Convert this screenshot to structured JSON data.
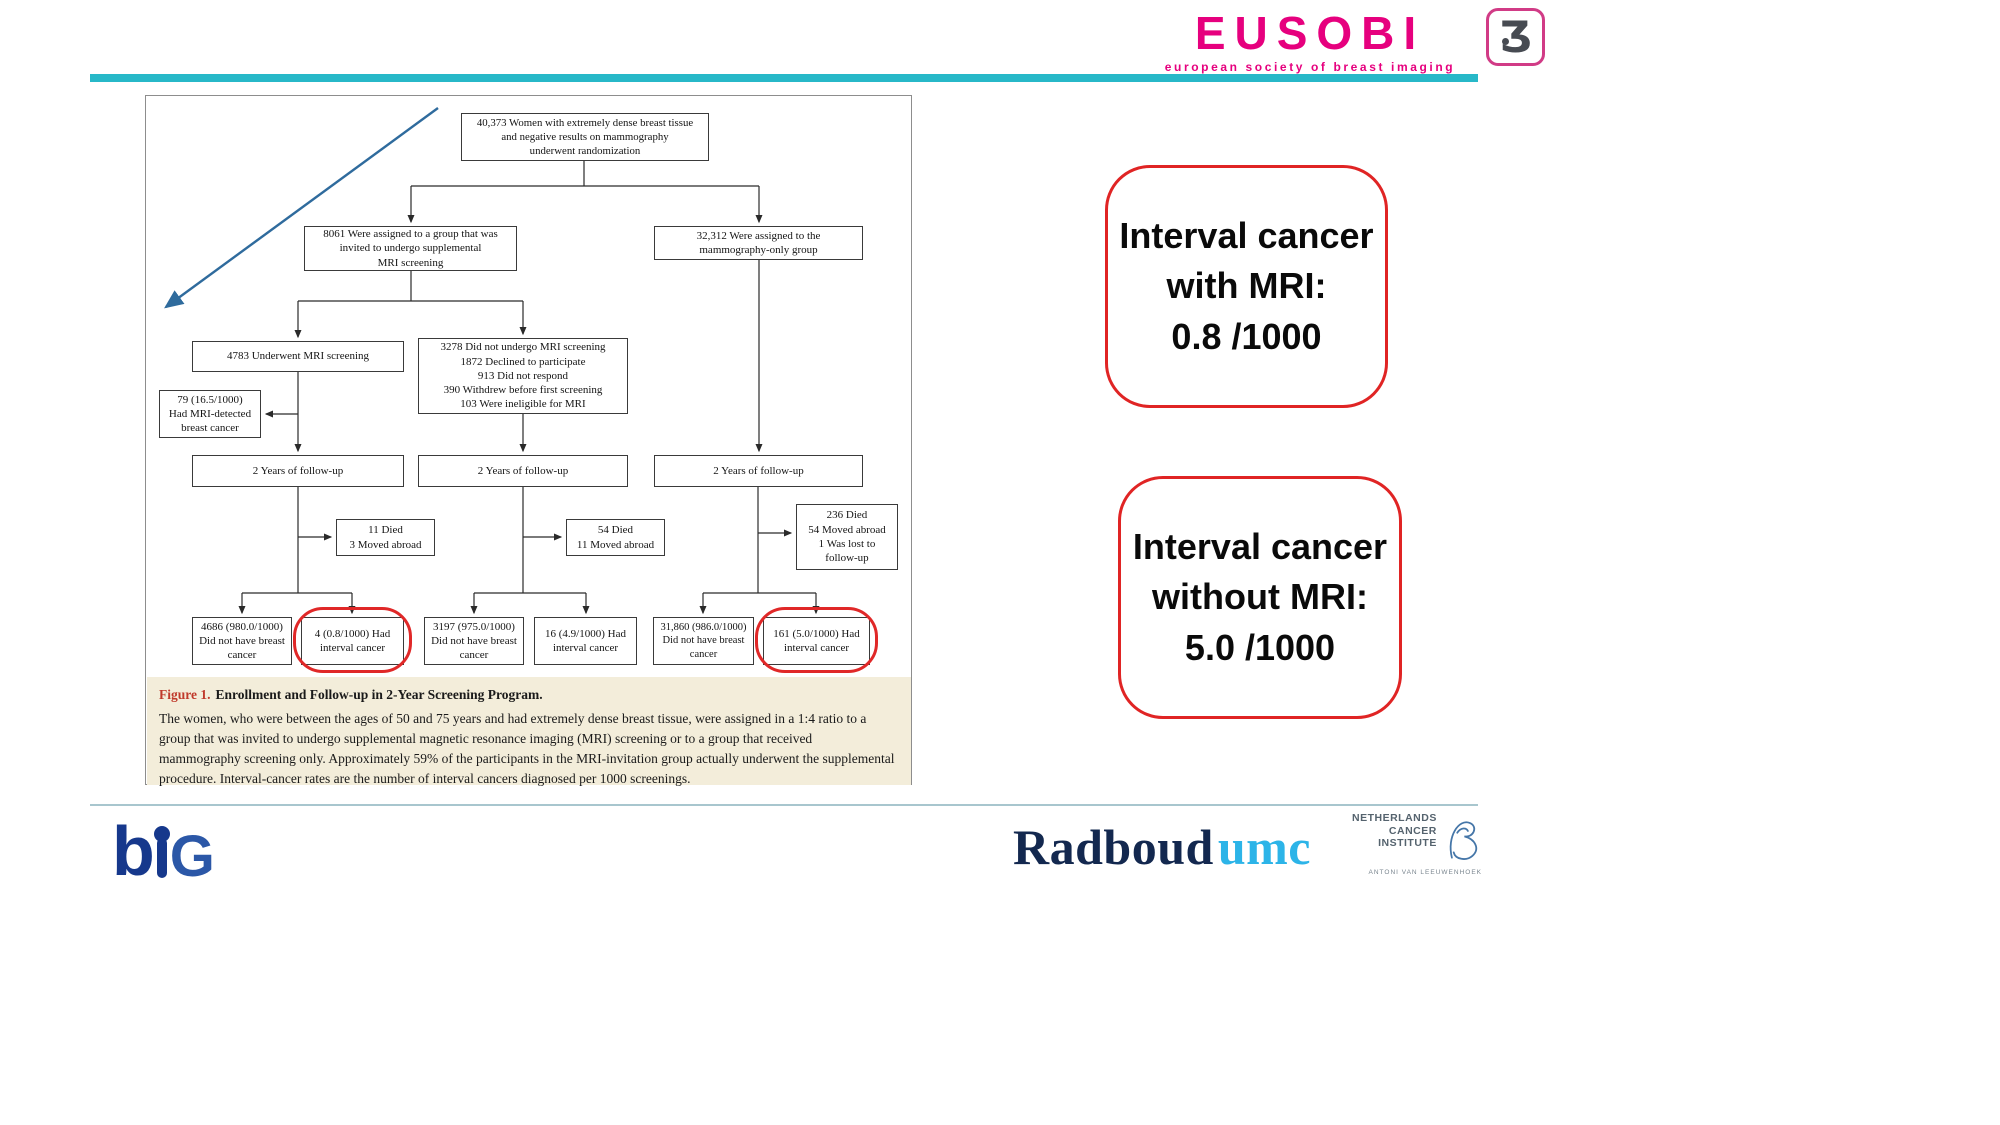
{
  "header": {
    "eusobi_wordmark": "EUSOBI",
    "eusobi_tagline": "european society of breast imaging",
    "icon_glyph": "Ʒ",
    "brand_pink": "#e6007e",
    "bar_color": "#27b8c8"
  },
  "flowchart": {
    "randomization": "40,373 Women with extremely dense breast tissue\nand negative results on mammography\nunderwent randomization",
    "mri_invited_group": "8061 Were assigned to a group that was\ninvited to undergo supplemental\nMRI screening",
    "mammography_group": "32,312 Were assigned to the\nmammography-only group",
    "underwent_mri": "4783 Underwent MRI screening",
    "did_not_undergo": "3278 Did not undergo MRI screening\n1872 Declined to participate\n913 Did not respond\n390 Withdrew before first screening\n103 Were ineligible for MRI",
    "mri_detected_cancer": "79 (16.5/1000)\nHad MRI-detected\nbreast cancer",
    "followup_1": "2 Years of follow-up",
    "followup_2": "2 Years of follow-up",
    "followup_3": "2 Years of follow-up",
    "attrition_1": "11 Died\n3 Moved abroad",
    "attrition_2": "54 Died\n11 Moved abroad",
    "attrition_3": "236 Died\n54 Moved abroad\n1 Was lost to\nfollow-up",
    "no_cancer_1": "4686 (980.0/1000)\nDid not have breast\ncancer",
    "interval_cancer_1": "4 (0.8/1000) Had\ninterval cancer",
    "no_cancer_2": "3197 (975.0/1000)\nDid not have breast\ncancer",
    "interval_cancer_2": "16 (4.9/1000) Had\ninterval cancer",
    "no_cancer_3": "31,860 (986.0/1000)\nDid not have breast\ncancer",
    "interval_cancer_3": "161 (5.0/1000) Had\ninterval cancer"
  },
  "caption": {
    "label": "Figure 1.",
    "title": "Enrollment and Follow-up in 2-Year Screening Program.",
    "body": "The women, who were between the ages of 50 and 75 years and had extremely dense breast tissue, were assigned in a 1:4 ratio to a group that was invited to undergo supplemental magnetic resonance imaging (MRI) screening or to a group that received mammography screening only. Approximately 59% of the participants in the MRI-invitation group actually underwent the supplemental procedure. Interval-cancer rates are the number of interval cancers diagnosed per 1000 screenings."
  },
  "callouts": {
    "with_mri": "Interval cancer\nwith MRI:\n0.8 /1000",
    "without_mri": "Interval cancer\nwithout MRI:\n5.0 /1000",
    "border_color": "#e02424"
  },
  "footer": {
    "big_b": "b",
    "big_g": "G",
    "radboud": "Radboud",
    "umc": "umc",
    "nki_name": "NETHERLANDS\nCANCER\nINSTITUTE",
    "nki_sub": "ANTONI VAN LEEUWENHOEK"
  }
}
